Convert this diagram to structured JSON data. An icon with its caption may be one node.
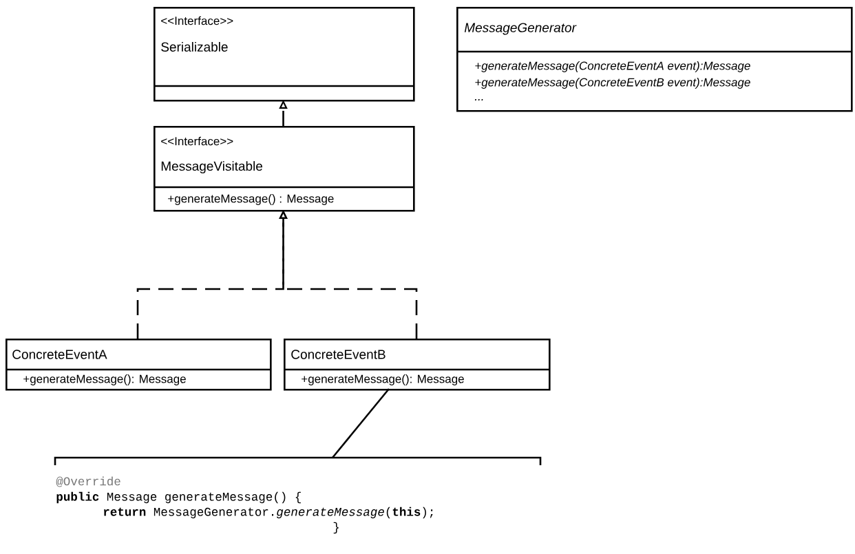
{
  "diagram": {
    "nodes": [
      {
        "text": [
          "<<Interface>>",
          "Serializable"
        ]
      },
      {
        "text": [
          "<<Interface>>",
          "MessageVisitable",
          "+generateMessage() : Message"
        ]
      },
      {
        "text": [
          "MessageGenerator",
          "+generateMessage(ConcreteEventA event):Message",
          "+generateMessage(ConcreteEventB event):Message",
          "..."
        ]
      },
      {
        "text": [
          "ConcreteEventA",
          "+generateMessage(): Message"
        ]
      },
      {
        "text": [
          "ConcreteEventB",
          "+generateMessage(): Message"
        ]
      },
      {
        "text": [
          "@Override",
          "**public** Message generateMessage() {",
          "**return** MessageGenerator.*generateMessage*(**this**);",
          "}"
        ]
      }
    ],
    "edges": [
      {
        "from": 1,
        "to": 0,
        "arrow": "to",
        "style": "dashed"
      },
      {
        "from": 3,
        "to": 1,
        "arrow": "to",
        "style": "dashed"
      },
      {
        "from": 4,
        "to": 1,
        "arrow": "to",
        "style": "dashed"
      },
      {
        "from": 4,
        "to": 5,
        "arrow": "none"
      }
    ]
  }
}
